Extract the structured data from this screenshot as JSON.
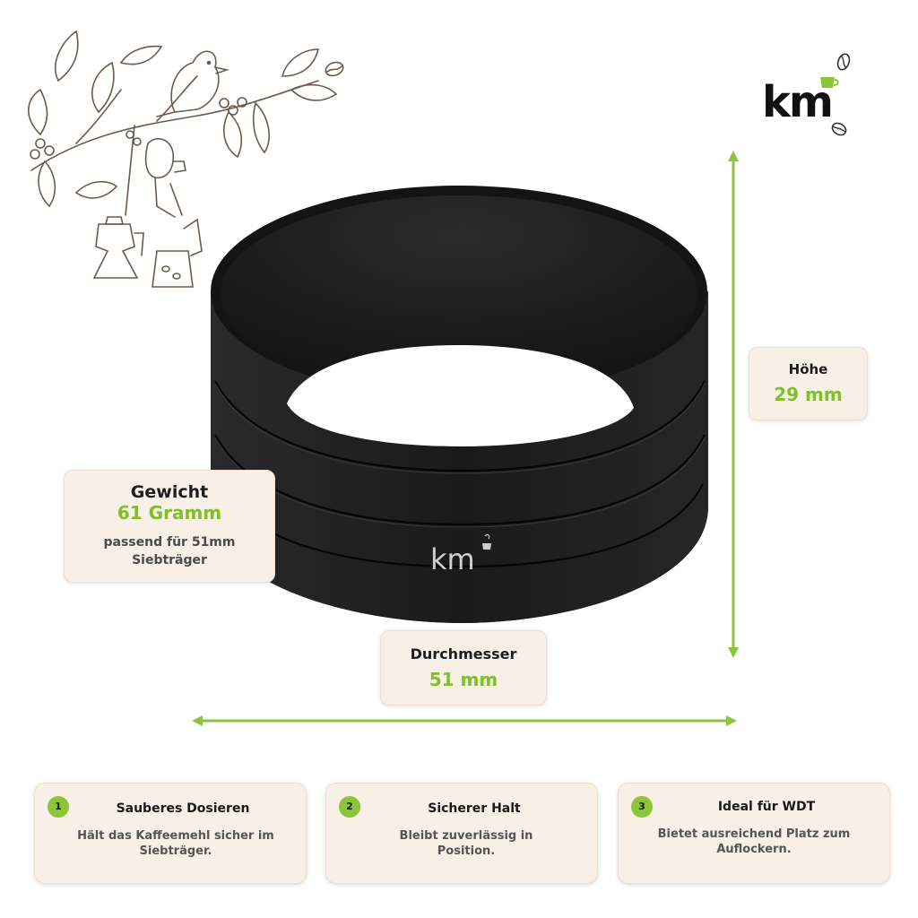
{
  "brand": {
    "logo_text": "km",
    "accent": "#8cc43a"
  },
  "specs": {
    "height": {
      "label": "Höhe",
      "value": "29 mm"
    },
    "weight": {
      "label": "Gewicht",
      "value": "61 Gramm",
      "note": "passend für 51mm Siebträger"
    },
    "diameter": {
      "label": "Durchmesser",
      "value": "51 mm"
    }
  },
  "product": {
    "engraving": "km",
    "color": "#1c1c1c"
  },
  "features": [
    {
      "num": "1",
      "title": "Sauberes Dosieren",
      "desc": "Hält das Kaffeemehl sicher im Siebträger."
    },
    {
      "num": "2",
      "title": "Sicherer Halt",
      "desc": "Bleibt zuverlässig in Position."
    },
    {
      "num": "3",
      "title": "Ideal für WDT",
      "desc": "Bietet ausreichend Platz zum Auflockern."
    }
  ],
  "colors": {
    "card_bg": "#f8efe7",
    "value_green": "#7fbf2a",
    "arrow": "#8cc43a"
  }
}
